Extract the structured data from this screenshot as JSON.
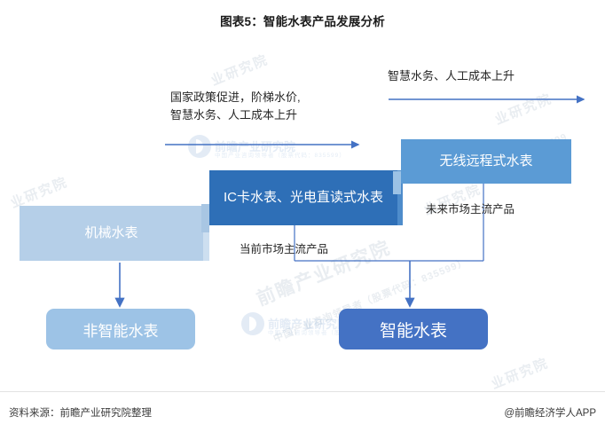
{
  "chart": {
    "title": "图表5：智能水表产品发展分析",
    "type": "flow-diagram"
  },
  "stages": [
    {
      "id": "mechanical",
      "label": "机械水表",
      "color": "#b5cfe8"
    },
    {
      "id": "ic-card",
      "label": "IC卡水表、光电直读式水表",
      "color": "#2e6fb7"
    },
    {
      "id": "wireless-remote",
      "label": "无线远程式水表",
      "color": "#5b9bd5"
    }
  ],
  "drivers": [
    {
      "id": "driver-mech-to-ic",
      "line1": "国家政策促进，阶梯水价,",
      "line2": "智慧水务、人工成本上升"
    },
    {
      "id": "driver-ic-to-wireless",
      "line1": "智慧水务、人工成本上升"
    }
  ],
  "notes": {
    "current_market": "当前市场主流产品",
    "future_market": "未来市场主流产品"
  },
  "outcomes": [
    {
      "id": "non-smart",
      "label": "非智能水表",
      "color": "#9dc3e6"
    },
    {
      "id": "smart",
      "label": "智能水表",
      "color": "#4472c4"
    }
  ],
  "footer": {
    "source": "资料来源：前瞻产业研究院整理",
    "attribution": "@前瞻经济学人APP"
  },
  "watermarks": {
    "brand": "前瞻产业研究院",
    "brand_sub": "中国产业咨询领导者（股票代码：835599）",
    "tiled": "业研究院",
    "code": "835599"
  },
  "colors": {
    "arrow": "#4472c4",
    "connector": "#4472c4",
    "text": "#262626"
  }
}
